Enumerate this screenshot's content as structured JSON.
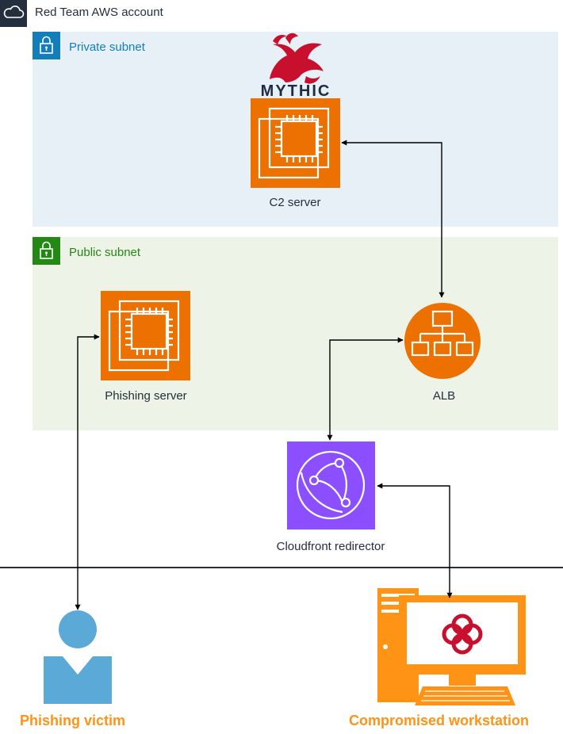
{
  "account": {
    "label": "Red Team AWS account",
    "icon": "cloud-icon"
  },
  "subnets": {
    "private": {
      "label": "Private subnet",
      "icon": "lock-icon",
      "color": "#147eba",
      "background": "#e7f0f7"
    },
    "public": {
      "label": "Public subnet",
      "icon": "lock-icon",
      "color": "#248814",
      "background": "#edf3e6"
    }
  },
  "logo": {
    "text": "MYTHIC",
    "color": "#c8102e"
  },
  "nodes": {
    "c2_server": {
      "label": "C2 server",
      "icon": "ec2-chip-icon",
      "color": "#ed7100"
    },
    "phishing_server": {
      "label": "Phishing server",
      "icon": "ec2-chip-icon",
      "color": "#ed7100"
    },
    "alb": {
      "label": "ALB",
      "icon": "load-balancer-icon",
      "color": "#ed7100"
    },
    "cloudfront": {
      "label": "Cloudfront redirector",
      "icon": "cloudfront-icon",
      "color": "#8c4fff"
    },
    "phishing_victim": {
      "label": "Phishing victim",
      "icon": "user-icon",
      "color": "#5aa9d6"
    },
    "workstation": {
      "label": "Compromised workstation",
      "icon": "computer-biohazard-icon",
      "color": "#ff9316"
    }
  },
  "person_label_color": "#ff9316"
}
